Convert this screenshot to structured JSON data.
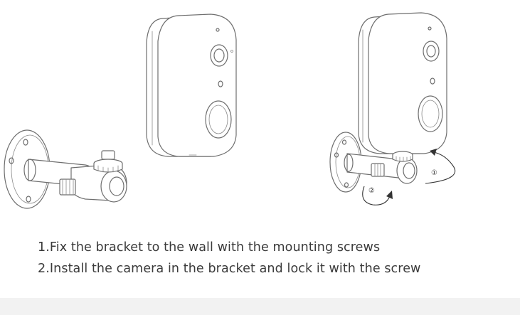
{
  "illustration": {
    "callout_1": "①",
    "callout_2": "②"
  },
  "instructions": [
    "1.Fix the bracket to the wall with the mounting screws",
    "2.Install the camera in the bracket and lock it with the screw"
  ]
}
